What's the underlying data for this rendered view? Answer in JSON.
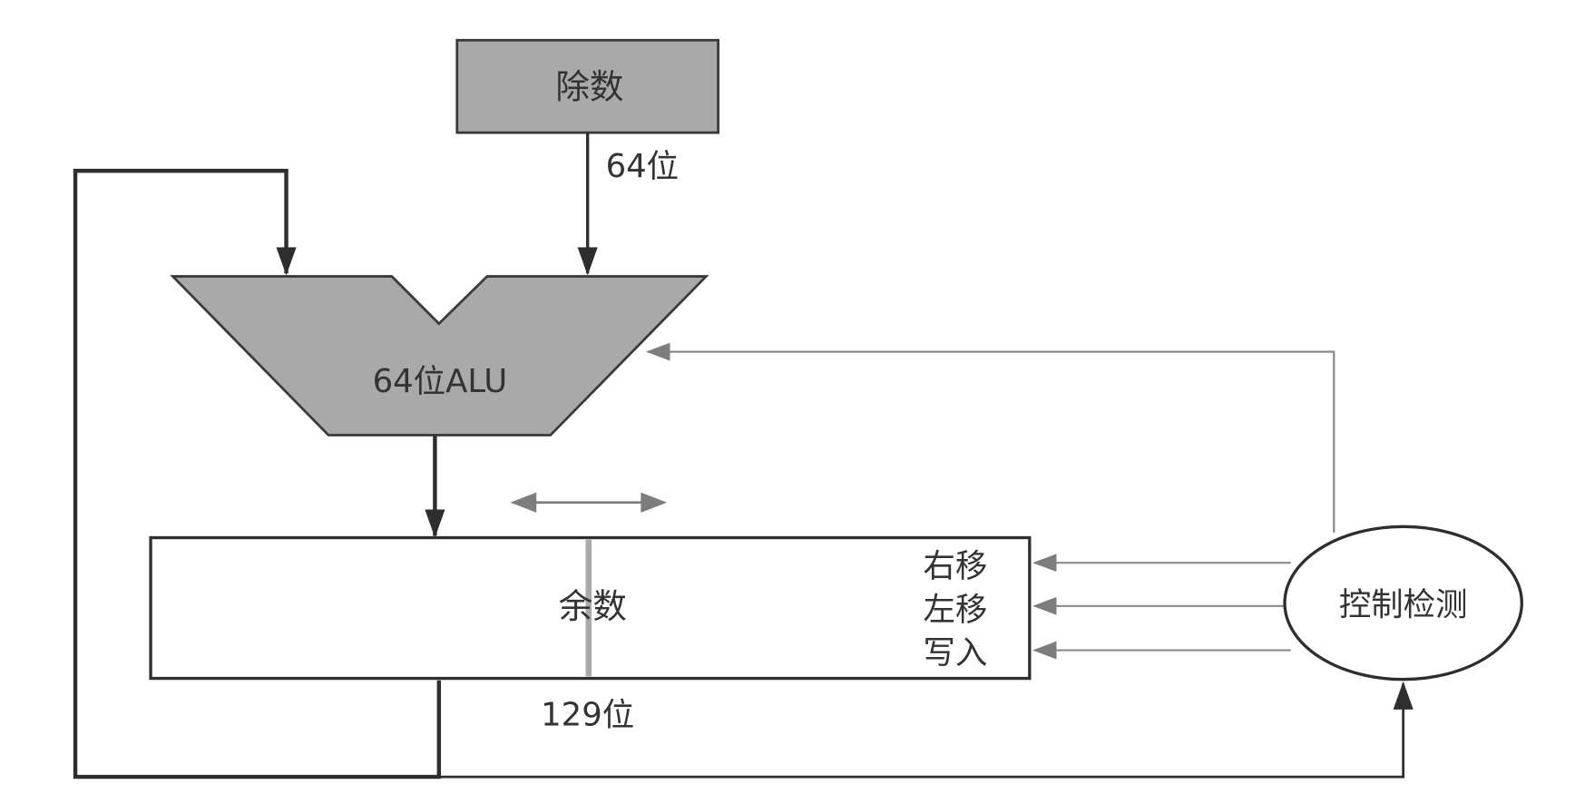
{
  "diagram": {
    "divisor_label": "除数",
    "divisor_width_label": "64位",
    "alu_label": "64位ALU",
    "remainder_label": "余数",
    "remainder_width_label": "129位",
    "ops": [
      "右移",
      "左移",
      "写入"
    ],
    "control_label": "控制检测"
  },
  "colors": {
    "fill_gray": "#a9a9a9",
    "line_dark": "#2e2e2e",
    "line_gray": "#8a8a8a"
  }
}
